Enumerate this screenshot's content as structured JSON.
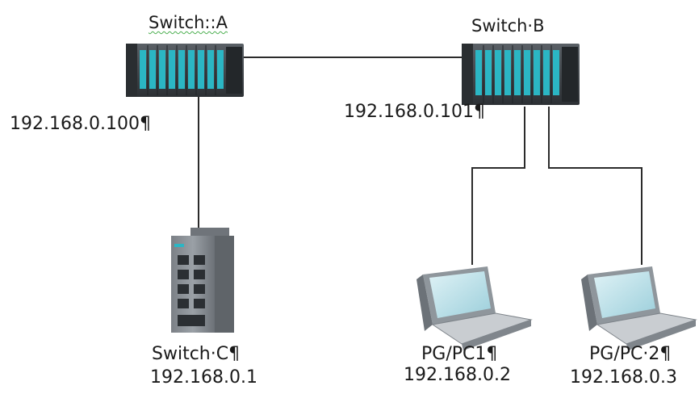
{
  "nodes": {
    "switch_a": {
      "name": "Switch::A",
      "ip": "192.168.0.100¶"
    },
    "switch_b": {
      "name": "Switch·B",
      "ip": "192.168.0.101¶"
    },
    "switch_c": {
      "name": "Switch·C¶",
      "ip": "192.168.0.1"
    },
    "pc1": {
      "name": "PG/PC1¶",
      "ip": "192.168.0.2"
    },
    "pc2": {
      "name": "PG/PC·2¶",
      "ip": "192.168.0.3"
    }
  },
  "colors": {
    "line": "#2b2b2b",
    "module_teal": "#2bb6c4",
    "module_dark": "#3a3f44",
    "device_gray": "#8c9196",
    "laptop_screen": "#bfe3ea"
  },
  "icons": {
    "switch_a": "plc-rack-icon",
    "switch_b": "plc-rack-icon",
    "switch_c": "industrial-switch-icon",
    "pc1": "field-pg-laptop-icon",
    "pc2": "field-pg-laptop-icon"
  }
}
